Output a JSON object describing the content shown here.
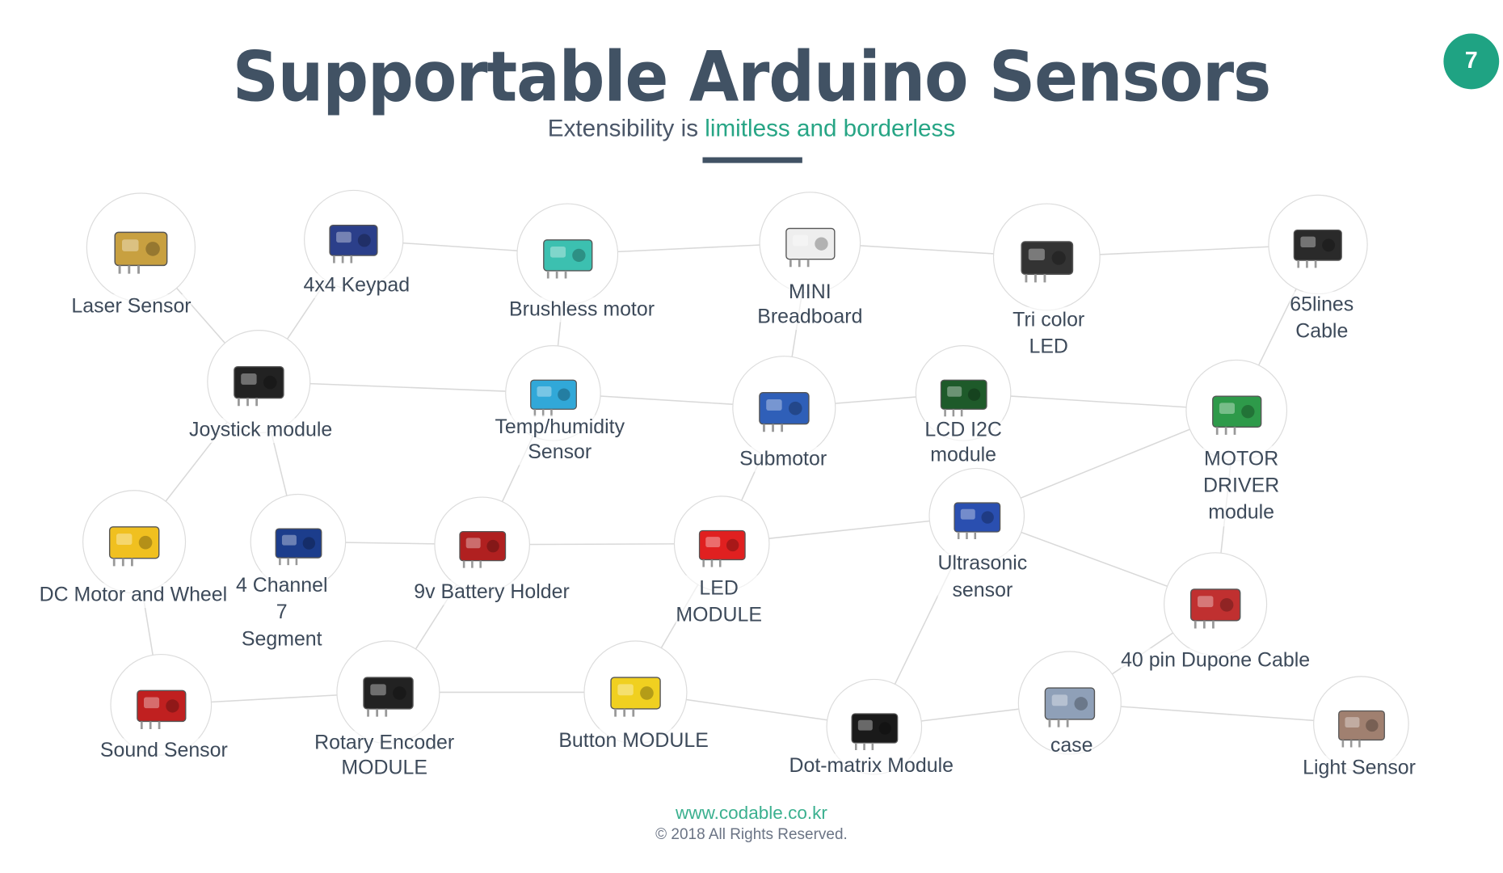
{
  "header": {
    "title": "Supportable Arduino Sensors",
    "subtitle_plain": "Extensibility is ",
    "subtitle_accent": "limitless and borderless",
    "page_number": "7"
  },
  "colors": {
    "title": "#415264",
    "accent": "#27a585",
    "badge": "#1fa383",
    "edge": "#d9d9d9"
  },
  "nodes": [
    {
      "label_lines": [
        "Laser Sensor"
      ],
      "icon": "laser-sensor-icon",
      "color": "#c8a040"
    },
    {
      "label_lines": [
        "4x4 Keypad"
      ],
      "icon": "keypad-icon",
      "color": "#2b3f8a"
    },
    {
      "label_lines": [
        "Brushless motor"
      ],
      "icon": "motor-icon",
      "color": "#3cc0b0"
    },
    {
      "label_lines": [
        "MINI",
        "Breadboard"
      ],
      "icon": "breadboard-icon",
      "color": "#eeeeee"
    },
    {
      "label_lines": [
        "Tri color",
        "LED"
      ],
      "icon": "led-icon",
      "color": "#333333"
    },
    {
      "label_lines": [
        "65lines",
        "Cable"
      ],
      "icon": "cable-icon",
      "color": "#2a2a2a"
    },
    {
      "label_lines": [
        "Joystick module"
      ],
      "icon": "joystick-icon",
      "color": "#222222"
    },
    {
      "label_lines": [
        "Temp/humidity",
        "Sensor"
      ],
      "icon": "dht-sensor-icon",
      "color": "#31a8d8"
    },
    {
      "label_lines": [
        "Submotor"
      ],
      "icon": "servo-icon",
      "color": "#2f5fb8"
    },
    {
      "label_lines": [
        "LCD I2C",
        "module"
      ],
      "icon": "lcd-icon",
      "color": "#1e5a2a"
    },
    {
      "label_lines": [
        "MOTOR",
        "DRIVER",
        "module"
      ],
      "icon": "motor-driver-icon",
      "color": "#2e9a4a"
    },
    {
      "label_lines": [
        "DC Motor and Wheel"
      ],
      "icon": "wheel-icon",
      "color": "#f0c020"
    },
    {
      "label_lines": [
        "4 Channel",
        "7",
        "Segment"
      ],
      "icon": "seven-segment-icon",
      "color": "#1c3d8c"
    },
    {
      "label_lines": [
        "9v Battery Holder"
      ],
      "icon": "battery-holder-icon",
      "color": "#b02020"
    },
    {
      "label_lines": [
        "LED",
        "MODULE"
      ],
      "icon": "led-module-icon",
      "color": "#e02020"
    },
    {
      "label_lines": [
        "Ultrasonic",
        "sensor"
      ],
      "icon": "ultrasonic-icon",
      "color": "#2a4fb0"
    },
    {
      "label_lines": [
        "40 pin Dupone Cable"
      ],
      "icon": "dupont-cable-icon",
      "color": "#c03030"
    },
    {
      "label_lines": [
        "Sound Sensor"
      ],
      "icon": "sound-sensor-icon",
      "color": "#c02020"
    },
    {
      "label_lines": [
        "Rotary Encoder",
        "MODULE"
      ],
      "icon": "rotary-encoder-icon",
      "color": "#222222"
    },
    {
      "label_lines": [
        "Button MODULE"
      ],
      "icon": "button-module-icon",
      "color": "#f0d020"
    },
    {
      "label_lines": [
        "Dot-matrix Module"
      ],
      "icon": "dot-matrix-icon",
      "color": "#1a1a1a"
    },
    {
      "label_lines": [
        "case"
      ],
      "icon": "case-icon",
      "color": "#8fa0b8"
    },
    {
      "label_lines": [
        "Light Sensor"
      ],
      "icon": "light-sensor-icon",
      "color": "#a08070"
    }
  ],
  "footer": {
    "url": "www.codable.co.kr",
    "copyright": "© 2018 All Rights Reserved."
  }
}
